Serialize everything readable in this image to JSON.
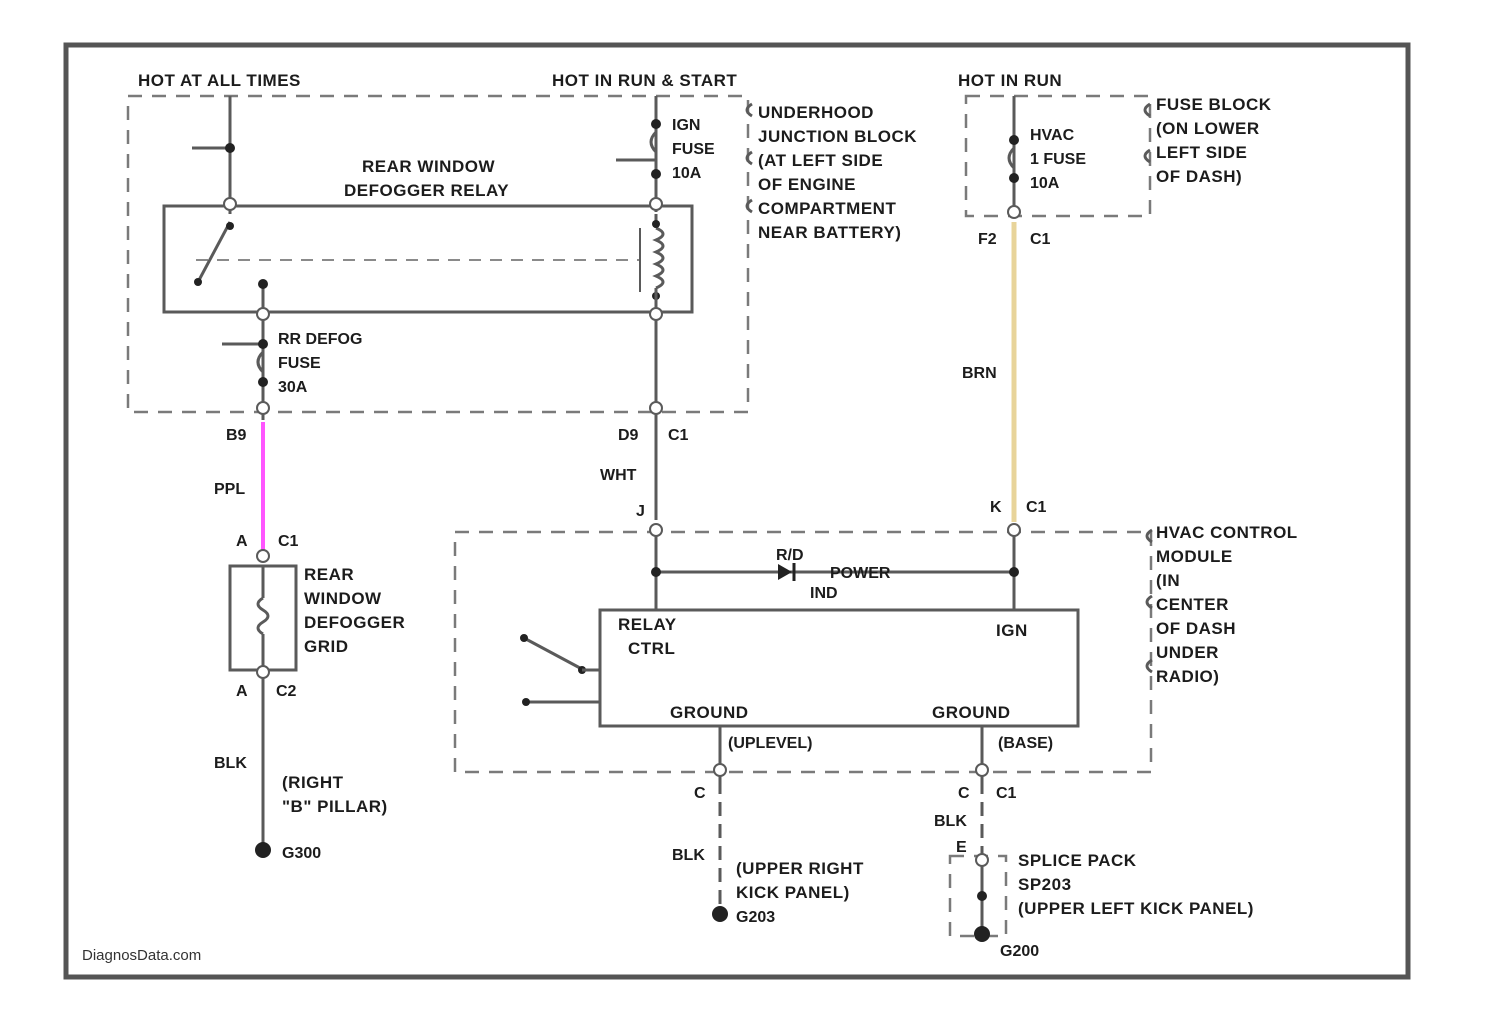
{
  "colors": {
    "ppl_wire": "#ff55ff",
    "brn_wire": "#e8d49a",
    "frame": "#555555",
    "line": "#5a5a5a"
  },
  "labels": {
    "hot_all_times": "HOT AT ALL TIMES",
    "hot_run_start": "HOT IN RUN & START",
    "hot_run": "HOT IN RUN",
    "relay_title_1": "REAR WINDOW",
    "relay_title_2": "DEFOGGER RELAY",
    "fuse_ign_1": "IGN",
    "fuse_ign_2": "FUSE",
    "fuse_ign_3": "10A",
    "ujb_1": "UNDERHOOD",
    "ujb_2": "JUNCTION BLOCK",
    "ujb_3": "(AT LEFT SIDE",
    "ujb_4": "OF ENGINE",
    "ujb_5": "COMPARTMENT",
    "ujb_6": "NEAR BATTERY)",
    "rr_fuse_1": "RR DEFOG",
    "rr_fuse_2": "FUSE",
    "rr_fuse_3": "30A",
    "hvac_fuse_1": "HVAC",
    "hvac_fuse_2": "1 FUSE",
    "hvac_fuse_3": "10A",
    "fb_1": "FUSE BLOCK",
    "fb_2": "(ON LOWER",
    "fb_3": "LEFT SIDE",
    "fb_4": "OF DASH)",
    "conn_b9": "B9",
    "conn_d9": "D9",
    "conn_c1_a": "C1",
    "conn_f2": "F2",
    "conn_c1_b": "C1",
    "wire_ppl": "PPL",
    "wire_wht": "WHT",
    "wire_brn": "BRN",
    "conn_a_1": "A",
    "conn_c1_c": "C1",
    "grid_1": "REAR",
    "grid_2": "WINDOW",
    "grid_3": "DEFOGGER",
    "grid_4": "GRID",
    "conn_a_2": "A",
    "conn_c2": "C2",
    "wire_blk_1": "BLK",
    "pillar_1": "(RIGHT",
    "pillar_2": "\"B\" PILLAR)",
    "g300": "G300",
    "conn_j": "J",
    "conn_k": "K",
    "conn_c1_d": "C1",
    "hvac_mod_1": "HVAC CONTROL",
    "hvac_mod_2": "MODULE",
    "hvac_mod_3": "(IN",
    "hvac_mod_4": "CENTER",
    "hvac_mod_5": "OF DASH",
    "hvac_mod_6": "UNDER",
    "hvac_mod_7": "RADIO)",
    "ind_1": "R/D",
    "ind_2": "POWER",
    "ind_3": "IND",
    "relay_ctrl_1": "RELAY",
    "relay_ctrl_2": "CTRL",
    "ign": "IGN",
    "ground_1": "GROUND",
    "ground_2": "GROUND",
    "upper_level": "(UPLEVEL)",
    "base": "(BASE)",
    "conn_c_1": "C",
    "conn_c_2": "C",
    "conn_c1_e": "C1",
    "wire_blk_2": "BLK",
    "wire_blk_3": "BLK",
    "kick_1": "(UPPER RIGHT",
    "kick_2": "KICK PANEL)",
    "g203": "G203",
    "splice_1": "SPLICE PACK",
    "splice_2": "SP203",
    "splice_3": "(UPPER LEFT KICK PANEL)",
    "conn_e": "E",
    "g200": "G200",
    "watermark": "DiagnosData.com"
  }
}
